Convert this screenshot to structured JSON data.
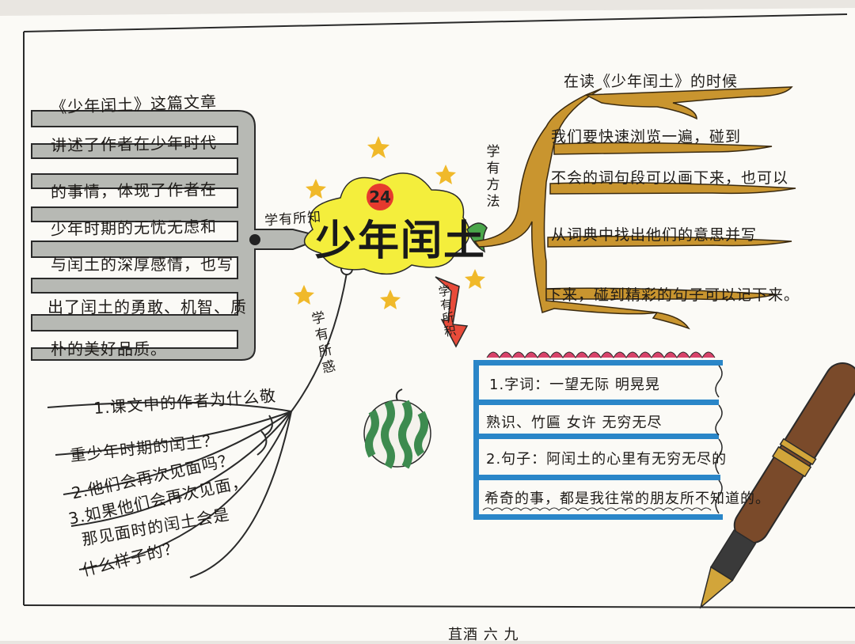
{
  "center": {
    "number": "24",
    "title": "少年闰土"
  },
  "left_branch": {
    "label": "学有所知",
    "lines": [
      "《少年闰土》这篇文章",
      "讲述了作者在少年时代",
      "的事情，体现了作者在",
      "少年时期的无忧无虑和",
      "与闰土的深厚感情，也写",
      "出了闰土的勇敢、机智、质",
      "朴的美好品质。"
    ]
  },
  "bottom_left_branch": {
    "label": "学有所惑",
    "lines": [
      "1.课文中的作者为什么敬",
      "重少年时期的闰土？",
      "2.他们会再次见面吗？",
      "3.如果他们会再次见面，",
      "那见面时的闰土会是",
      "什么样子的？"
    ]
  },
  "right_tree": {
    "label": "学有方法",
    "lines": [
      "在读《少年闰土》的时候",
      "我们要快速浏览一遍，碰到",
      "不会的词句段可以画下来，也可以",
      "从词典中找出他们的意思并写",
      "下来，碰到精彩的句子可以记下来。"
    ]
  },
  "arrow": {
    "label": "学有所积"
  },
  "box": {
    "lines": [
      "1.字词：一望无际  明晃晃",
      "熟识、竹匾  女许  无穷无尽",
      "2.句子：阿闰土的心里有无穷无尽的",
      "希奇的事，都是我往常的朋友所不知道的。"
    ]
  },
  "footer": "苴酒 六 九",
  "colors": {
    "paper": "#fbfaf6",
    "gray_branch": "#b7b9b4",
    "tree_brown": "#c9952f",
    "title_yellow": "#f4ee3c",
    "box_blue": "#2a86c8",
    "box_red": "#d8436a",
    "watermelon_green": "#3d8b4f"
  }
}
